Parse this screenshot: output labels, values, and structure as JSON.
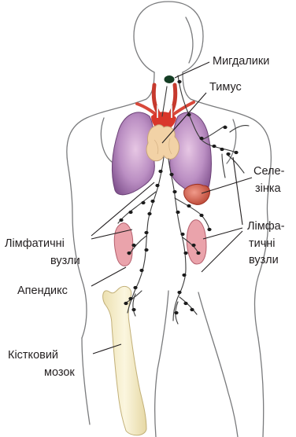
{
  "labels": {
    "tonsils": "Мигдалики",
    "thymus": "Тимус",
    "spleen_line1": "Селе-",
    "spleen_line2": "зінка",
    "nodes_left_line1": "Лімфатичні",
    "nodes_left_line2": "вузли",
    "nodes_right_line1": "Лімфа-",
    "nodes_right_line2": "тичні",
    "nodes_right_line3": "вузли",
    "appendix": "Апендикс",
    "marrow_line1": "Кістковий",
    "marrow_line2": "мозок"
  },
  "colors": {
    "lungs": "#a57bb0",
    "thymus": "#f2d2a6",
    "heart_vessels": "#d9372b",
    "spleen": "#cf5b4b",
    "bone": "#f4eccb",
    "tonsil": "#143d24",
    "lymph_node": "#1b1b1b",
    "body_outline": "#7a7b7d",
    "appendix_pink": "#eaa3ab"
  }
}
